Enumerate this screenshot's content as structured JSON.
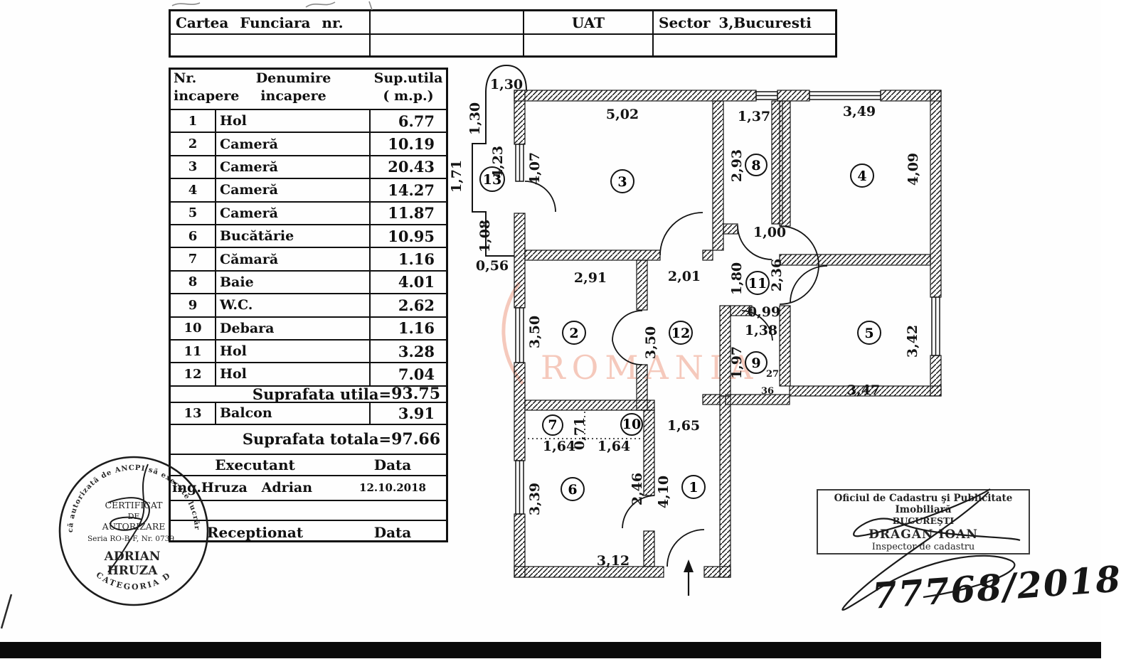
{
  "header_table": {
    "col1": "Cartea Funciara nr.",
    "col2": "",
    "col3": "UAT",
    "col4": "Sector 3,Bucuresti"
  },
  "rooms_table": {
    "header": {
      "nr1": "Nr.",
      "nr2": "incapere",
      "den1": "Denumire",
      "den2": "incapere",
      "sup1": "Sup.utila",
      "sup2": "( m.p.)"
    },
    "rows": [
      {
        "nr": "1",
        "name": "Hol",
        "area": "6.77"
      },
      {
        "nr": "2",
        "name": "Cameră",
        "area": "10.19"
      },
      {
        "nr": "3",
        "name": "Cameră",
        "area": "20.43"
      },
      {
        "nr": "4",
        "name": "Cameră",
        "area": "14.27"
      },
      {
        "nr": "5",
        "name": "Cameră",
        "area": "11.87"
      },
      {
        "nr": "6",
        "name": "Bucătărie",
        "area": "10.95"
      },
      {
        "nr": "7",
        "name": "Cămară",
        "area": "1.16"
      },
      {
        "nr": "8",
        "name": "Baie",
        "area": "4.01"
      },
      {
        "nr": "9",
        "name": "W.C.",
        "area": "2.62"
      },
      {
        "nr": "10",
        "name": "Debara",
        "area": "1.16"
      },
      {
        "nr": "11",
        "name": "Hol",
        "area": "3.28"
      },
      {
        "nr": "12",
        "name": "Hol",
        "area": "7.04"
      }
    ],
    "suprafata_utila_label": "Suprafata  utila=",
    "suprafata_utila_value": "93.75",
    "balcon_row": {
      "nr": "13",
      "name": "Balcon",
      "area": "3.91"
    },
    "suprafata_totala_label": "Suprafata  totala=",
    "suprafata_totala_value": "97.66",
    "executant_label": "Executant",
    "executant_data_label": "Data",
    "executant_name": "ing.Hruza   Adrian",
    "executant_date": "12.10.2018",
    "receptionat_label": "Receptionat",
    "receptionat_data_label": "Data"
  },
  "plan": {
    "circles": [
      "1",
      "2",
      "3",
      "4",
      "5",
      "6",
      "7",
      "8",
      "9",
      "10",
      "11",
      "12",
      "13"
    ],
    "dims": {
      "balcony_top": "1,30",
      "balcony_left_upper": "1,30",
      "balcony_inner": "4,23",
      "balcony_left_mid": "1,71",
      "balcony_left_lower": "1,08",
      "balcony_bottom": "0,56",
      "room3_top": "5,02",
      "room3_left": "4,07",
      "room8_top": "1,37",
      "room8_left": "2,93",
      "room8_door": "1,00",
      "room4_top": "3,49",
      "room4_right": "4,09",
      "room2_top": "2,91",
      "room2_left": "3,50",
      "room12_top": "2,01",
      "room12_left": "3,50",
      "room11_left": "1,80",
      "room11_right": "2,36",
      "room11_b1": "0,99",
      "room11_b2": "1,38",
      "room9_left": "1,97",
      "room9_w1": "27",
      "room9_w2": "36",
      "room5_right": "3,42",
      "room5_bottom": "3,47",
      "room7_width": "1,64",
      "room7_depth": "0,71",
      "room10_width": "1,64",
      "room1_top": "1,65",
      "room1_left": "4,10",
      "room1_door": "2,46",
      "room6_left": "3,39",
      "room6_bottom": "3,12"
    },
    "watermark": "ROMANIA",
    "watermark_color": "#ef9f87"
  },
  "round_stamp": {
    "ring_text": "fizică autorizată de ANCPI să execute lucrări de",
    "line1": "CERTIFICAT",
    "line2": "DE",
    "line3": "AUTORIZARE",
    "line4": "Seria RO-B-F, Nr. 0739",
    "name1": "ADRIAN",
    "name2": "HRUZA",
    "bottom_text": "CATEGORIA D"
  },
  "ocpi_stamp": {
    "line1": "Oficiul de Cadastru şi Publicitate Imobiliară",
    "line2": "BUCUREŞTI",
    "line3": "DRAGAN IOAN",
    "line4": "Inspector de cadastru"
  },
  "handwritten_number": "77768/2018 ."
}
